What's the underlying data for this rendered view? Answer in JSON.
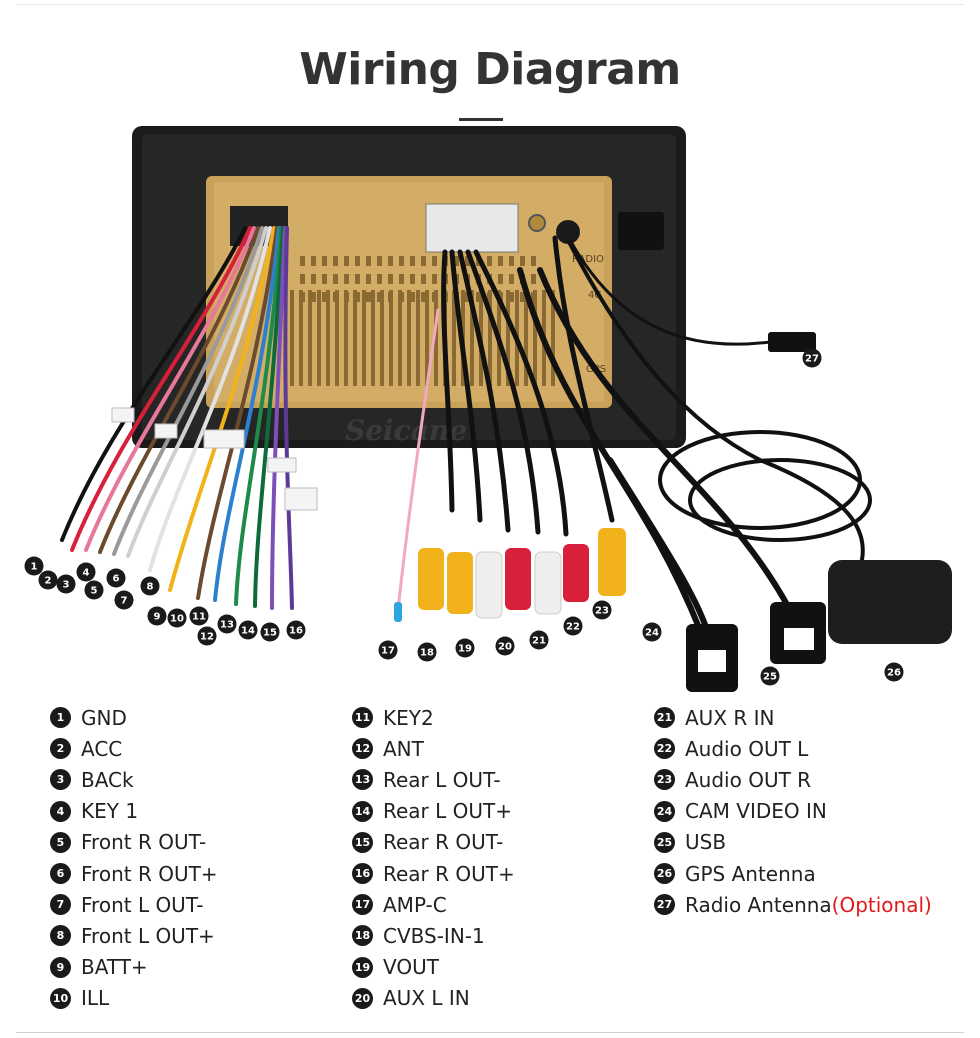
{
  "title": "Wiring Diagram",
  "watermark": "Seicane",
  "unit_labels": {
    "radio": "RADIO",
    "gps": "GPS",
    "g4": "4G"
  },
  "legend": {
    "col1": [
      {
        "n": "1",
        "label": "GND"
      },
      {
        "n": "2",
        "label": "ACC"
      },
      {
        "n": "3",
        "label": "BACk"
      },
      {
        "n": "4",
        "label": "KEY 1"
      },
      {
        "n": "5",
        "label": "Front R OUT-"
      },
      {
        "n": "6",
        "label": "Front R OUT+"
      },
      {
        "n": "7",
        "label": "Front L OUT-"
      },
      {
        "n": "8",
        "label": "Front L OUT+"
      },
      {
        "n": "9",
        "label": "BATT+"
      },
      {
        "n": "10",
        "label": "ILL"
      }
    ],
    "col2": [
      {
        "n": "11",
        "label": "KEY2"
      },
      {
        "n": "12",
        "label": "ANT"
      },
      {
        "n": "13",
        "label": "Rear L OUT-"
      },
      {
        "n": "14",
        "label": "Rear L OUT+"
      },
      {
        "n": "15",
        "label": "Rear R OUT-"
      },
      {
        "n": "16",
        "label": "Rear R OUT+"
      },
      {
        "n": "17",
        "label": "AMP-C"
      },
      {
        "n": "18",
        "label": "CVBS-IN-1"
      },
      {
        "n": "19",
        "label": "VOUT"
      },
      {
        "n": "20",
        "label": "AUX L IN"
      }
    ],
    "col3": [
      {
        "n": "21",
        "label": "AUX R IN"
      },
      {
        "n": "22",
        "label": "Audio OUT L"
      },
      {
        "n": "23",
        "label": "Audio OUT R"
      },
      {
        "n": "24",
        "label": "CAM VIDEO IN"
      },
      {
        "n": "25",
        "label": "USB"
      },
      {
        "n": "26",
        "label": "GPS Antenna"
      },
      {
        "n": "27",
        "label": "Radio Antenna",
        "extra": "(Optional)"
      }
    ]
  },
  "colors": {
    "unit_frame": "#1a1a1a",
    "chassis": "#c9a25a",
    "badge": "#1a1a1a",
    "optional": "#e0191b",
    "rca_yellow": "#f2b21b",
    "rca_red": "#d8203a",
    "rca_white": "#eeeeee"
  },
  "diagram_callouts": [
    "1",
    "2",
    "3",
    "4",
    "5",
    "6",
    "7",
    "8",
    "9",
    "10",
    "11",
    "12",
    "13",
    "14",
    "15",
    "16",
    "17",
    "18",
    "19",
    "20",
    "21",
    "22",
    "23",
    "24",
    "25",
    "26",
    "27"
  ]
}
